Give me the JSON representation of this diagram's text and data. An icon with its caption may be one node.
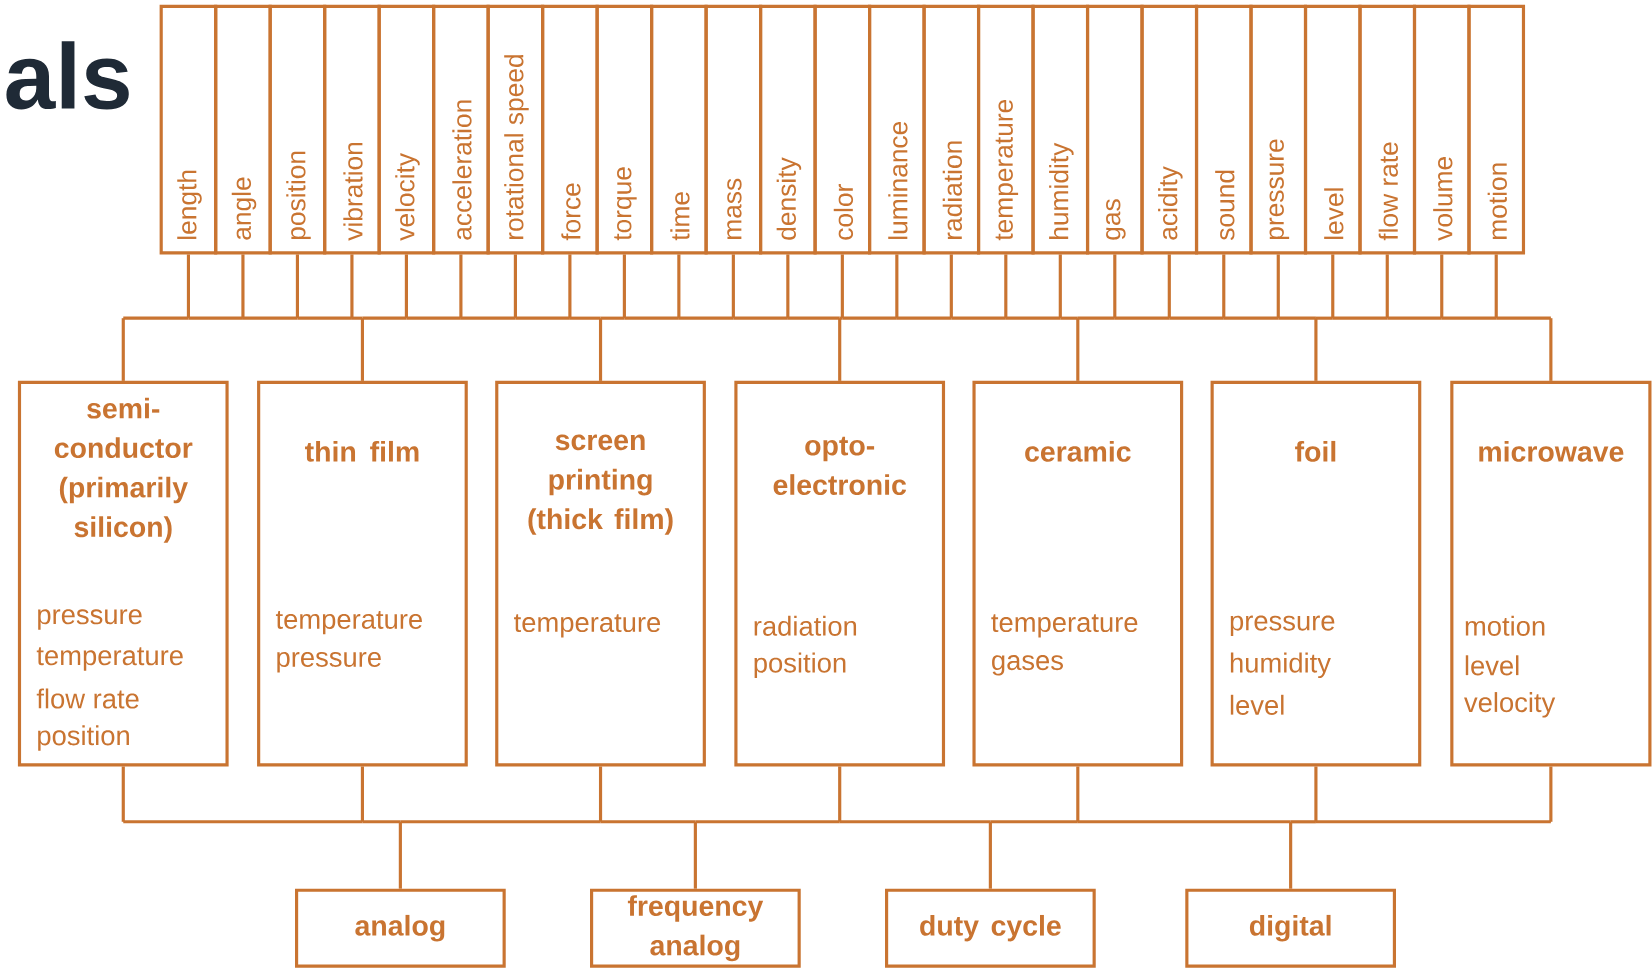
{
  "diagram": {
    "title": "als",
    "nodes": [
      {
        "text": [
          "length"
        ]
      },
      {
        "text": [
          "angle"
        ]
      },
      {
        "text": [
          "position"
        ]
      },
      {
        "text": [
          "vibration"
        ]
      },
      {
        "text": [
          "velocity"
        ]
      },
      {
        "text": [
          "acceleration"
        ]
      },
      {
        "text": [
          "rotational speed"
        ]
      },
      {
        "text": [
          "force"
        ]
      },
      {
        "text": [
          "torque"
        ]
      },
      {
        "text": [
          "time"
        ]
      },
      {
        "text": [
          "mass"
        ]
      },
      {
        "text": [
          "density"
        ]
      },
      {
        "text": [
          "color"
        ]
      },
      {
        "text": [
          "luminance"
        ]
      },
      {
        "text": [
          "radiation"
        ]
      },
      {
        "text": [
          "temperature"
        ]
      },
      {
        "text": [
          "humidity"
        ]
      },
      {
        "text": [
          "gas"
        ]
      },
      {
        "text": [
          "acidity"
        ]
      },
      {
        "text": [
          "sound"
        ]
      },
      {
        "text": [
          "pressure"
        ]
      },
      {
        "text": [
          "level"
        ]
      },
      {
        "text": [
          "flow rate"
        ]
      },
      {
        "text": [
          "volume"
        ]
      },
      {
        "text": [
          "motion"
        ]
      },
      {
        "text": [
          "semi-conductor (primarily silicon)",
          "pressure",
          "temperature",
          "flow rate",
          "position"
        ]
      },
      {
        "text": [
          "thin film",
          "temperature",
          "pressure"
        ]
      },
      {
        "text": [
          "screen printing (thick film)",
          "temperature"
        ]
      },
      {
        "text": [
          "opto-electronic",
          "radiation",
          "position"
        ]
      },
      {
        "text": [
          "ceramic",
          "temperature",
          "gases"
        ]
      },
      {
        "text": [
          "foil",
          "pressure",
          "humidity",
          "level"
        ]
      },
      {
        "text": [
          "microwave",
          "motion",
          "level",
          "velocity"
        ]
      },
      {
        "text": [
          "analog"
        ]
      },
      {
        "text": [
          "frequency analog"
        ]
      },
      {
        "text": [
          "duty cycle"
        ]
      },
      {
        "text": [
          "digital"
        ]
      }
    ],
    "edges": [
      {
        "from": 0,
        "to": 25,
        "arrow": "none"
      },
      {
        "from": 0,
        "to": 26,
        "arrow": "none"
      },
      {
        "from": 0,
        "to": 27,
        "arrow": "none"
      },
      {
        "from": 0,
        "to": 28,
        "arrow": "none"
      },
      {
        "from": 0,
        "to": 29,
        "arrow": "none"
      },
      {
        "from": 0,
        "to": 30,
        "arrow": "none"
      },
      {
        "from": 0,
        "to": 31,
        "arrow": "none"
      },
      {
        "from": 1,
        "to": 25,
        "arrow": "none"
      },
      {
        "from": 1,
        "to": 26,
        "arrow": "none"
      },
      {
        "from": 1,
        "to": 27,
        "arrow": "none"
      },
      {
        "from": 1,
        "to": 28,
        "arrow": "none"
      },
      {
        "from": 1,
        "to": 29,
        "arrow": "none"
      },
      {
        "from": 1,
        "to": 30,
        "arrow": "none"
      },
      {
        "from": 1,
        "to": 31,
        "arrow": "none"
      },
      {
        "from": 2,
        "to": 25,
        "arrow": "none"
      },
      {
        "from": 2,
        "to": 26,
        "arrow": "none"
      },
      {
        "from": 2,
        "to": 27,
        "arrow": "none"
      },
      {
        "from": 2,
        "to": 28,
        "arrow": "none"
      },
      {
        "from": 2,
        "to": 29,
        "arrow": "none"
      },
      {
        "from": 2,
        "to": 30,
        "arrow": "none"
      },
      {
        "from": 2,
        "to": 31,
        "arrow": "none"
      },
      {
        "from": 3,
        "to": 25,
        "arrow": "none"
      },
      {
        "from": 3,
        "to": 26,
        "arrow": "none"
      },
      {
        "from": 3,
        "to": 27,
        "arrow": "none"
      },
      {
        "from": 3,
        "to": 28,
        "arrow": "none"
      },
      {
        "from": 3,
        "to": 29,
        "arrow": "none"
      },
      {
        "from": 3,
        "to": 30,
        "arrow": "none"
      },
      {
        "from": 3,
        "to": 31,
        "arrow": "none"
      },
      {
        "from": 4,
        "to": 25,
        "arrow": "none"
      },
      {
        "from": 4,
        "to": 26,
        "arrow": "none"
      },
      {
        "from": 4,
        "to": 27,
        "arrow": "none"
      },
      {
        "from": 4,
        "to": 28,
        "arrow": "none"
      },
      {
        "from": 4,
        "to": 29,
        "arrow": "none"
      },
      {
        "from": 4,
        "to": 30,
        "arrow": "none"
      },
      {
        "from": 4,
        "to": 31,
        "arrow": "none"
      },
      {
        "from": 5,
        "to": 25,
        "arrow": "none"
      },
      {
        "from": 5,
        "to": 26,
        "arrow": "none"
      },
      {
        "from": 5,
        "to": 27,
        "arrow": "none"
      },
      {
        "from": 5,
        "to": 28,
        "arrow": "none"
      },
      {
        "from": 5,
        "to": 29,
        "arrow": "none"
      },
      {
        "from": 5,
        "to": 30,
        "arrow": "none"
      },
      {
        "from": 5,
        "to": 31,
        "arrow": "none"
      },
      {
        "from": 6,
        "to": 25,
        "arrow": "none"
      },
      {
        "from": 6,
        "to": 26,
        "arrow": "none"
      },
      {
        "from": 6,
        "to": 27,
        "arrow": "none"
      },
      {
        "from": 6,
        "to": 28,
        "arrow": "none"
      },
      {
        "from": 6,
        "to": 29,
        "arrow": "none"
      },
      {
        "from": 6,
        "to": 30,
        "arrow": "none"
      },
      {
        "from": 6,
        "to": 31,
        "arrow": "none"
      },
      {
        "from": 7,
        "to": 25,
        "arrow": "none"
      },
      {
        "from": 7,
        "to": 26,
        "arrow": "none"
      },
      {
        "from": 7,
        "to": 27,
        "arrow": "none"
      },
      {
        "from": 7,
        "to": 28,
        "arrow": "none"
      },
      {
        "from": 7,
        "to": 29,
        "arrow": "none"
      },
      {
        "from": 7,
        "to": 30,
        "arrow": "none"
      },
      {
        "from": 7,
        "to": 31,
        "arrow": "none"
      },
      {
        "from": 8,
        "to": 25,
        "arrow": "none"
      },
      {
        "from": 8,
        "to": 26,
        "arrow": "none"
      },
      {
        "from": 8,
        "to": 27,
        "arrow": "none"
      },
      {
        "from": 8,
        "to": 28,
        "arrow": "none"
      },
      {
        "from": 8,
        "to": 29,
        "arrow": "none"
      },
      {
        "from": 8,
        "to": 30,
        "arrow": "none"
      },
      {
        "from": 8,
        "to": 31,
        "arrow": "none"
      },
      {
        "from": 9,
        "to": 25,
        "arrow": "none"
      },
      {
        "from": 9,
        "to": 26,
        "arrow": "none"
      },
      {
        "from": 9,
        "to": 27,
        "arrow": "none"
      },
      {
        "from": 9,
        "to": 28,
        "arrow": "none"
      },
      {
        "from": 9,
        "to": 29,
        "arrow": "none"
      },
      {
        "from": 9,
        "to": 30,
        "arrow": "none"
      },
      {
        "from": 9,
        "to": 31,
        "arrow": "none"
      },
      {
        "from": 10,
        "to": 25,
        "arrow": "none"
      },
      {
        "from": 10,
        "to": 26,
        "arrow": "none"
      },
      {
        "from": 10,
        "to": 27,
        "arrow": "none"
      },
      {
        "from": 10,
        "to": 28,
        "arrow": "none"
      },
      {
        "from": 10,
        "to": 29,
        "arrow": "none"
      },
      {
        "from": 10,
        "to": 30,
        "arrow": "none"
      },
      {
        "from": 10,
        "to": 31,
        "arrow": "none"
      },
      {
        "from": 11,
        "to": 25,
        "arrow": "none"
      },
      {
        "from": 11,
        "to": 26,
        "arrow": "none"
      },
      {
        "from": 11,
        "to": 27,
        "arrow": "none"
      },
      {
        "from": 11,
        "to": 28,
        "arrow": "none"
      },
      {
        "from": 11,
        "to": 29,
        "arrow": "none"
      },
      {
        "from": 11,
        "to": 30,
        "arrow": "none"
      },
      {
        "from": 11,
        "to": 31,
        "arrow": "none"
      },
      {
        "from": 12,
        "to": 25,
        "arrow": "none"
      },
      {
        "from": 12,
        "to": 26,
        "arrow": "none"
      },
      {
        "from": 12,
        "to": 27,
        "arrow": "none"
      },
      {
        "from": 12,
        "to": 28,
        "arrow": "none"
      },
      {
        "from": 12,
        "to": 29,
        "arrow": "none"
      },
      {
        "from": 12,
        "to": 30,
        "arrow": "none"
      },
      {
        "from": 12,
        "to": 31,
        "arrow": "none"
      },
      {
        "from": 13,
        "to": 25,
        "arrow": "none"
      },
      {
        "from": 13,
        "to": 26,
        "arrow": "none"
      },
      {
        "from": 13,
        "to": 27,
        "arrow": "none"
      },
      {
        "from": 13,
        "to": 28,
        "arrow": "none"
      },
      {
        "from": 13,
        "to": 29,
        "arrow": "none"
      },
      {
        "from": 13,
        "to": 30,
        "arrow": "none"
      },
      {
        "from": 13,
        "to": 31,
        "arrow": "none"
      },
      {
        "from": 14,
        "to": 25,
        "arrow": "none"
      },
      {
        "from": 14,
        "to": 26,
        "arrow": "none"
      },
      {
        "from": 14,
        "to": 27,
        "arrow": "none"
      },
      {
        "from": 14,
        "to": 28,
        "arrow": "none"
      },
      {
        "from": 14,
        "to": 29,
        "arrow": "none"
      },
      {
        "from": 14,
        "to": 30,
        "arrow": "none"
      },
      {
        "from": 14,
        "to": 31,
        "arrow": "none"
      },
      {
        "from": 15,
        "to": 25,
        "arrow": "none"
      },
      {
        "from": 15,
        "to": 26,
        "arrow": "none"
      },
      {
        "from": 15,
        "to": 27,
        "arrow": "none"
      },
      {
        "from": 15,
        "to": 28,
        "arrow": "none"
      },
      {
        "from": 15,
        "to": 29,
        "arrow": "none"
      },
      {
        "from": 15,
        "to": 30,
        "arrow": "none"
      },
      {
        "from": 15,
        "to": 31,
        "arrow": "none"
      },
      {
        "from": 16,
        "to": 25,
        "arrow": "none"
      },
      {
        "from": 16,
        "to": 26,
        "arrow": "none"
      },
      {
        "from": 16,
        "to": 27,
        "arrow": "none"
      },
      {
        "from": 16,
        "to": 28,
        "arrow": "none"
      },
      {
        "from": 16,
        "to": 29,
        "arrow": "none"
      },
      {
        "from": 16,
        "to": 30,
        "arrow": "none"
      },
      {
        "from": 16,
        "to": 31,
        "arrow": "none"
      },
      {
        "from": 17,
        "to": 25,
        "arrow": "none"
      },
      {
        "from": 17,
        "to": 26,
        "arrow": "none"
      },
      {
        "from": 17,
        "to": 27,
        "arrow": "none"
      },
      {
        "from": 17,
        "to": 28,
        "arrow": "none"
      },
      {
        "from": 17,
        "to": 29,
        "arrow": "none"
      },
      {
        "from": 17,
        "to": 30,
        "arrow": "none"
      },
      {
        "from": 17,
        "to": 31,
        "arrow": "none"
      },
      {
        "from": 18,
        "to": 25,
        "arrow": "none"
      },
      {
        "from": 18,
        "to": 26,
        "arrow": "none"
      },
      {
        "from": 18,
        "to": 27,
        "arrow": "none"
      },
      {
        "from": 18,
        "to": 28,
        "arrow": "none"
      },
      {
        "from": 18,
        "to": 29,
        "arrow": "none"
      },
      {
        "from": 18,
        "to": 30,
        "arrow": "none"
      },
      {
        "from": 18,
        "to": 31,
        "arrow": "none"
      },
      {
        "from": 19,
        "to": 25,
        "arrow": "none"
      },
      {
        "from": 19,
        "to": 26,
        "arrow": "none"
      },
      {
        "from": 19,
        "to": 27,
        "arrow": "none"
      },
      {
        "from": 19,
        "to": 28,
        "arrow": "none"
      },
      {
        "from": 19,
        "to": 29,
        "arrow": "none"
      },
      {
        "from": 19,
        "to": 30,
        "arrow": "none"
      },
      {
        "from": 19,
        "to": 31,
        "arrow": "none"
      },
      {
        "from": 20,
        "to": 25,
        "arrow": "none"
      },
      {
        "from": 20,
        "to": 26,
        "arrow": "none"
      },
      {
        "from": 20,
        "to": 27,
        "arrow": "none"
      },
      {
        "from": 20,
        "to": 28,
        "arrow": "none"
      },
      {
        "from": 20,
        "to": 29,
        "arrow": "none"
      },
      {
        "from": 20,
        "to": 30,
        "arrow": "none"
      },
      {
        "from": 20,
        "to": 31,
        "arrow": "none"
      },
      {
        "from": 21,
        "to": 25,
        "arrow": "none"
      },
      {
        "from": 21,
        "to": 26,
        "arrow": "none"
      },
      {
        "from": 21,
        "to": 27,
        "arrow": "none"
      },
      {
        "from": 21,
        "to": 28,
        "arrow": "none"
      },
      {
        "from": 21,
        "to": 29,
        "arrow": "none"
      },
      {
        "from": 21,
        "to": 30,
        "arrow": "none"
      },
      {
        "from": 21,
        "to": 31,
        "arrow": "none"
      },
      {
        "from": 22,
        "to": 25,
        "arrow": "none"
      },
      {
        "from": 22,
        "to": 26,
        "arrow": "none"
      },
      {
        "from": 22,
        "to": 27,
        "arrow": "none"
      },
      {
        "from": 22,
        "to": 28,
        "arrow": "none"
      },
      {
        "from": 22,
        "to": 29,
        "arrow": "none"
      },
      {
        "from": 22,
        "to": 30,
        "arrow": "none"
      },
      {
        "from": 22,
        "to": 31,
        "arrow": "none"
      },
      {
        "from": 23,
        "to": 25,
        "arrow": "none"
      },
      {
        "from": 23,
        "to": 26,
        "arrow": "none"
      },
      {
        "from": 23,
        "to": 27,
        "arrow": "none"
      },
      {
        "from": 23,
        "to": 28,
        "arrow": "none"
      },
      {
        "from": 23,
        "to": 29,
        "arrow": "none"
      },
      {
        "from": 23,
        "to": 30,
        "arrow": "none"
      },
      {
        "from": 23,
        "to": 31,
        "arrow": "none"
      },
      {
        "from": 24,
        "to": 25,
        "arrow": "none"
      },
      {
        "from": 24,
        "to": 26,
        "arrow": "none"
      },
      {
        "from": 24,
        "to": 27,
        "arrow": "none"
      },
      {
        "from": 24,
        "to": 28,
        "arrow": "none"
      },
      {
        "from": 24,
        "to": 29,
        "arrow": "none"
      },
      {
        "from": 24,
        "to": 30,
        "arrow": "none"
      },
      {
        "from": 24,
        "to": 31,
        "arrow": "none"
      },
      {
        "from": 25,
        "to": 32,
        "arrow": "none"
      },
      {
        "from": 25,
        "to": 33,
        "arrow": "none"
      },
      {
        "from": 25,
        "to": 34,
        "arrow": "none"
      },
      {
        "from": 25,
        "to": 35,
        "arrow": "none"
      },
      {
        "from": 26,
        "to": 32,
        "arrow": "none"
      },
      {
        "from": 26,
        "to": 33,
        "arrow": "none"
      },
      {
        "from": 26,
        "to": 34,
        "arrow": "none"
      },
      {
        "from": 26,
        "to": 35,
        "arrow": "none"
      },
      {
        "from": 27,
        "to": 32,
        "arrow": "none"
      },
      {
        "from": 27,
        "to": 33,
        "arrow": "none"
      },
      {
        "from": 27,
        "to": 34,
        "arrow": "none"
      },
      {
        "from": 27,
        "to": 35,
        "arrow": "none"
      },
      {
        "from": 28,
        "to": 32,
        "arrow": "none"
      },
      {
        "from": 28,
        "to": 33,
        "arrow": "none"
      },
      {
        "from": 28,
        "to": 34,
        "arrow": "none"
      },
      {
        "from": 28,
        "to": 35,
        "arrow": "none"
      },
      {
        "from": 29,
        "to": 32,
        "arrow": "none"
      },
      {
        "from": 29,
        "to": 33,
        "arrow": "none"
      },
      {
        "from": 29,
        "to": 34,
        "arrow": "none"
      },
      {
        "from": 29,
        "to": 35,
        "arrow": "none"
      },
      {
        "from": 30,
        "to": 32,
        "arrow": "none"
      },
      {
        "from": 30,
        "to": 33,
        "arrow": "none"
      },
      {
        "from": 30,
        "to": 34,
        "arrow": "none"
      },
      {
        "from": 30,
        "to": 35,
        "arrow": "none"
      },
      {
        "from": 31,
        "to": 32,
        "arrow": "none"
      },
      {
        "from": 31,
        "to": 33,
        "arrow": "none"
      },
      {
        "from": 31,
        "to": 34,
        "arrow": "none"
      },
      {
        "from": 31,
        "to": 35,
        "arrow": "none"
      }
    ]
  }
}
